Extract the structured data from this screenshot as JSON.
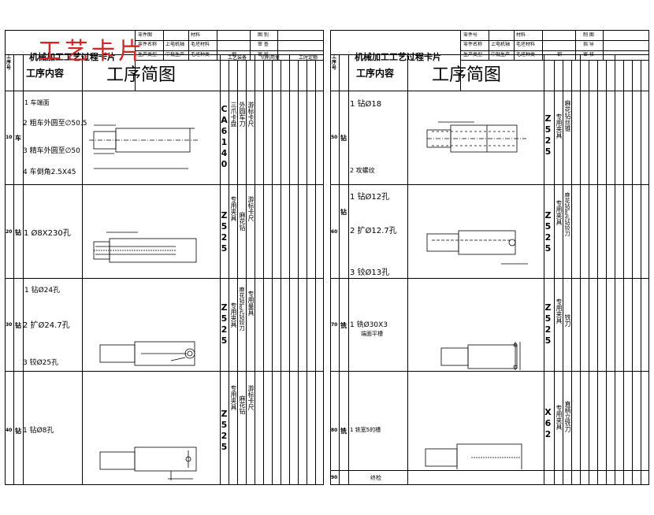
{
  "stamp": "工艺卡片",
  "left_card": {
    "title": "机械加工工艺过程卡片",
    "header": {
      "r1": [
        "零件图",
        "材料",
        "",
        "图 别"
      ],
      "r2": [
        "零件名称",
        "上电机轴",
        "毛坯材料",
        "",
        "审 查"
      ],
      "r3": [
        "生产类型",
        "中批生产",
        "毛坯种类",
        "钢",
        "审 核"
      ]
    },
    "col_headers": {
      "seq": "工序号",
      "content": "工序内容",
      "sketch": "工序简图",
      "equip": "工艺装备",
      "cut": "切削用量",
      "time": "工时定额"
    },
    "rows": [
      {
        "no": "10",
        "type": "车",
        "steps": [
          "1 车端面",
          "2 粗车外圆至∅50.5",
          "3 精车外圆至∅50",
          "4 车倒角2.5X45"
        ],
        "machine": "CA6140",
        "fixture": "三爪卡盘",
        "tool": "外圆车刀",
        "gauge": "游标卡尺"
      },
      {
        "no": "20",
        "type": "钻",
        "steps": [
          "1 Ø8X230孔"
        ],
        "machine": "Z525",
        "fixture": "专用夹具",
        "tool": "麻花钻",
        "gauge": "游标卡尺"
      },
      {
        "no": "30",
        "type": "钻",
        "steps": [
          "1 钻Ø24孔",
          "2 扩Ø24.7孔",
          "3 铰Ø25孔"
        ],
        "machine": "Z525",
        "fixture": "专用夹具",
        "tool": "麻花钻扩孔钻铰刀",
        "gauge": "专用量具"
      },
      {
        "no": "40",
        "type": "钻",
        "steps": [
          "1 钻Ø8孔"
        ],
        "machine": "Z525",
        "fixture": "专用夹具",
        "tool": "麻花钻",
        "gauge": "游标卡尺"
      }
    ]
  },
  "right_card": {
    "title": "机械加工工艺过程卡片",
    "header": {
      "r1": [
        "零件号",
        "材料",
        "",
        "制 图"
      ],
      "r2": [
        "零件名称",
        "上电机轴",
        "毛坯材料",
        "",
        "指 导"
      ],
      "r3": [
        "生产类型",
        "中批生产",
        "毛坯种类",
        "钢",
        "审 核"
      ]
    },
    "col_headers": {
      "seq": "工序号",
      "content": "工序内容",
      "sketch": "工序简图"
    },
    "rows": [
      {
        "no": "50",
        "type": "钻",
        "steps": [
          "1 钻Ø18",
          "2 攻螺纹"
        ],
        "machine": "Z525",
        "fixture": "专用夹具",
        "tool": "麻花钻丝锥"
      },
      {
        "no": "60",
        "type": "钻",
        "steps": [
          "1 钻Ø12孔",
          "2 扩Ø12.7孔",
          "3 铰Ø13孔"
        ],
        "machine": "Z525",
        "fixture": "专用夹具",
        "tool": "麻花钻扩孔钻铰刀"
      },
      {
        "no": "70",
        "type": "铣",
        "steps": [
          "1 铣Ø30X3",
          "端面平槽"
        ],
        "machine": "Z525",
        "fixture": "专用夹具",
        "tool": "铣刀"
      },
      {
        "no": "80",
        "type": "铣",
        "steps": [
          "1 铣宽5的槽"
        ],
        "machine": "X62",
        "fixture": "专用夹具",
        "tool": "直柄立铣刀"
      },
      {
        "no": "90",
        "type": "",
        "steps": [
          "终检"
        ],
        "machine": "",
        "fixture": "",
        "tool": ""
      }
    ]
  }
}
